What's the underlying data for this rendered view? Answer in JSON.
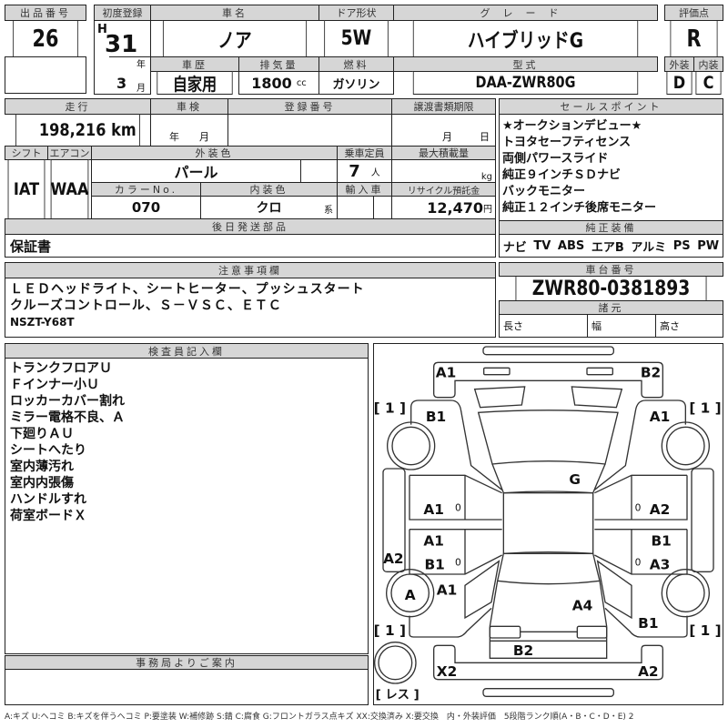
{
  "lot": {
    "label": "出品番号",
    "value": "26"
  },
  "first_reg": {
    "label": "初度登録",
    "era": "H",
    "year": "31",
    "year_unit": "年",
    "month": "3",
    "month_unit": "月"
  },
  "car_name": {
    "label": "車名",
    "value": "ノア"
  },
  "door": {
    "label": "ドア形状",
    "value": "5W"
  },
  "grade": {
    "label": "グレード",
    "value": "ハイブリッドG"
  },
  "history": {
    "label": "車歴",
    "value": "自家用"
  },
  "displacement": {
    "label": "排気量",
    "value": "1800",
    "unit": "cc"
  },
  "fuel": {
    "label": "燃料",
    "value": "ガソリン"
  },
  "model": {
    "label": "型式",
    "value": "DAA-ZWR80G"
  },
  "score": {
    "label": "評価点",
    "value": "R",
    "ext_label": "外装",
    "int_label": "内装",
    "ext": "D",
    "int": "C"
  },
  "mileage": {
    "label": "走行",
    "value": "198,216 km"
  },
  "inspection": {
    "label": "車検",
    "year_unit": "年",
    "month_unit": "月"
  },
  "plate": {
    "label": "登録番号"
  },
  "transfer": {
    "label": "譲渡書類期限",
    "month_unit": "月",
    "day_unit": "日"
  },
  "shift": {
    "label": "シフト",
    "value": "IAT"
  },
  "aircon": {
    "label": "エアコン",
    "value": "WAA"
  },
  "ext_color": {
    "label": "外装色",
    "value": "パール"
  },
  "capacity": {
    "label": "乗車定員",
    "value": "7",
    "unit": "人"
  },
  "max_load": {
    "label": "最大積載量",
    "unit": "kg"
  },
  "color_no": {
    "label": "カラーNo.",
    "value": "070"
  },
  "int_color": {
    "label": "内装色",
    "value": "クロ",
    "unit": "系"
  },
  "import": {
    "label": "輸入車"
  },
  "recycle": {
    "label": "リサイクル預託金",
    "value": "12,470",
    "unit": "円"
  },
  "later_parts": {
    "label": "後日発送部品",
    "value": "保証書"
  },
  "sales_points": {
    "label": "セールスポイント",
    "items": [
      "★オークションデビュー★",
      "トヨタセーフティセンス",
      "両側パワースライド",
      "純正９インチＳＤナビ",
      "バックモニター",
      "純正１２インチ後席モニター"
    ]
  },
  "equipment": {
    "label": "純正装備",
    "items": [
      "ナビ",
      "TV",
      "ABS",
      "エアB",
      "アルミ",
      "PS",
      "PW"
    ]
  },
  "notes": {
    "label": "注意事項欄",
    "lines": [
      "ＬＥＤヘッドライト、シートヒーター、プッシュスタート",
      "クルーズコントロール、Ｓ－ＶＳＣ、ＥＴＣ",
      "NSZT-Y68T"
    ]
  },
  "chassis": {
    "label": "車台番号",
    "value": "ZWR80-0381893",
    "spec_label": "諸元",
    "length": "長さ",
    "width": "幅",
    "height": "高さ"
  },
  "inspector": {
    "label": "検査員記入欄",
    "lines": [
      "トランクフロアＵ",
      "Ｆインナー小Ｕ",
      "ロッカーカバー割れ",
      "ミラー電格不良、Ａ",
      "下廻りＡＵ",
      "シートへたり",
      "室内薄汚れ",
      "室内内張傷",
      "ハンドルすれ",
      "荷室ボードＸ"
    ]
  },
  "office": {
    "label": "事務局よりご案内"
  },
  "diagram": {
    "labels": [
      "A1",
      "B2",
      "[ 1 ]",
      "B1",
      "A1",
      "[ 1 ]",
      "G",
      "A1",
      "0",
      "0",
      "A2",
      "A1",
      "B1",
      "A2",
      "B1",
      "0",
      "0",
      "A3",
      "A",
      "A1",
      "A4",
      "[ 1 ]",
      "B1",
      "[ 1 ]",
      "B2",
      "X2",
      "A2",
      "[ レス ]"
    ]
  },
  "legend": "A:キズ U:ヘコミ B:キズを伴うヘコミ P:要塗装 W:補修跡 S:錆 C:腐食 G:フロントガラス点キズ XX:交換済み X:要交換　内・外装評価　5段階ランク順(A・B・C・D・E) 2"
}
